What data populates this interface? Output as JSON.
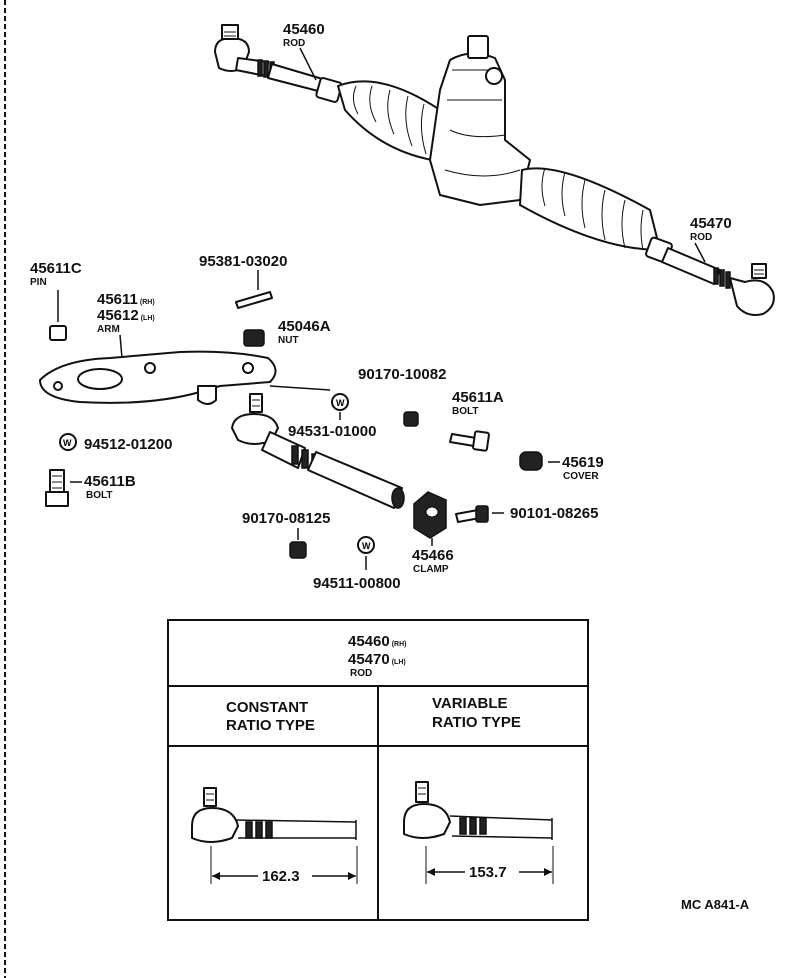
{
  "diagram": {
    "labels": {
      "rod_rh_top": {
        "part": "45460",
        "name": "ROD"
      },
      "rod_lh_top": {
        "part": "45470",
        "name": "ROD"
      },
      "pin": {
        "part": "45611C",
        "name": "PIN"
      },
      "cotter": {
        "part": "95381-03020"
      },
      "arm": {
        "part_rh": "45611",
        "suffix_rh": "(RH)",
        "part_lh": "45612",
        "suffix_lh": "(LH)",
        "name": "ARM"
      },
      "nut_a": {
        "part": "45046A",
        "name": "NUT"
      },
      "washer_a": {
        "part": "90170-10082"
      },
      "washer_b": {
        "part": "94531-01000"
      },
      "bolt_a": {
        "part": "45611A",
        "name": "BOLT"
      },
      "washer_c": {
        "part": "94512-01200"
      },
      "cover": {
        "part": "45619",
        "name": "COVER"
      },
      "bolt_b": {
        "part": "45611B",
        "name": "BOLT"
      },
      "nut_b": {
        "part": "90170-08125"
      },
      "bolt_c": {
        "part": "90101-08265"
      },
      "clamp": {
        "part": "45466",
        "name": "CLAMP"
      },
      "washer_d": {
        "part": "94511-00800"
      }
    },
    "table": {
      "header_rh": {
        "part": "45460",
        "suffix": "(RH)"
      },
      "header_lh": {
        "part": "45470",
        "suffix": "(LH)"
      },
      "header_name": "ROD",
      "col_left_line1": "CONSTANT",
      "col_left_line2": "RATIO TYPE",
      "col_right_line1": "VARIABLE",
      "col_right_line2": "RATIO TYPE",
      "dim_left": "162.3",
      "dim_right": "153.7"
    },
    "ref_code": "MC A841-A"
  }
}
